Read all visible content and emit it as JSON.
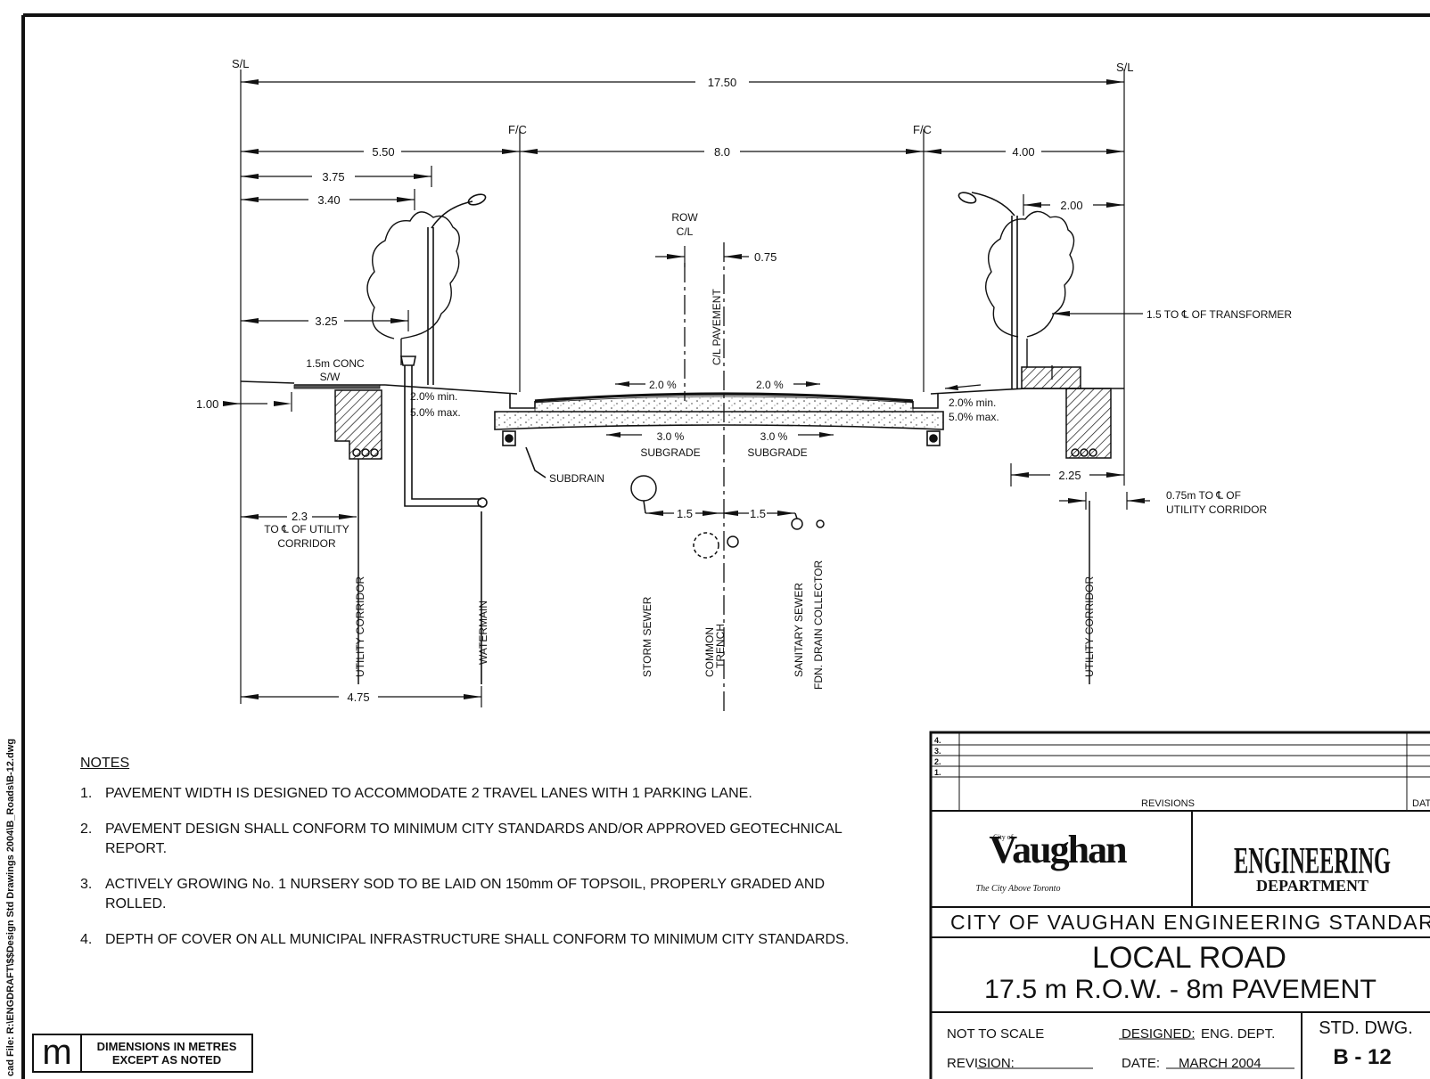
{
  "side_note": "cad File: R:\\ENGDRAFT\\$$Design Std Drawings 2004\\B_Roads\\B-12.dwg",
  "dimensions": {
    "row_total": "17.50",
    "left_boulevard": "5.50",
    "pavement": "8.0",
    "right_boulevard": "4.00",
    "d_3_75": "3.75",
    "d_3_40": "3.40",
    "d_3_25": "3.25",
    "d_2_00": "2.00",
    "d_0_75": "0.75",
    "d_1_00": "1.00",
    "d_2_25": "2.25",
    "d_2_3": "2.3",
    "d_4_75": "4.75",
    "d_1_5_left": "1.5",
    "d_1_5_right": "1.5"
  },
  "labels": {
    "sl_left": "S/L",
    "sl_right": "S/L",
    "fc_left": "F/C",
    "fc_right": "F/C",
    "row_cl_1": "ROW",
    "row_cl_2": "C/L",
    "cl_pavement": "C/L PAVEMENT",
    "transformer": "1.5 TO ℄ OF TRANSFORMER",
    "sidewalk_1": "1.5m CONC",
    "sidewalk_2": "S/W",
    "slope_left_1": "2.0% min.",
    "slope_left_2": "5.0% max.",
    "slope_right_1": "2.0% min.",
    "slope_right_2": "5.0% max.",
    "cross_slope_left": "2.0 %",
    "cross_slope_right": "2.0 %",
    "subgrade_slope_left": "3.0 %",
    "subgrade_slope_right": "3.0 %",
    "subgrade_left": "SUBGRADE",
    "subgrade_right": "SUBGRADE",
    "subdrain": "SUBDRAIN",
    "utility_left_1": "TO ℄ OF UTILITY",
    "utility_left_2": "CORRIDOR",
    "utility_right_1": "0.75m TO ℄ OF",
    "utility_right_2": "UTILITY CORRIDOR",
    "utility_corridor_left": "UTILITY CORRIDOR",
    "watermain": "WATERMAIN",
    "storm_sewer": "STORM SEWER",
    "common_1": "COMMON",
    "common_2": "TRENCH",
    "sanitary": "SANITARY SEWER",
    "fdn_drain": "FDN. DRAIN COLLECTOR",
    "utility_corridor_right": "UTILITY CORRIDOR"
  },
  "notes": {
    "heading": "NOTES",
    "items": [
      {
        "num": "1.",
        "text": "PAVEMENT WIDTH IS DESIGNED TO ACCOMMODATE 2 TRAVEL LANES WITH 1 PARKING LANE."
      },
      {
        "num": "2.",
        "text": "PAVEMENT DESIGN SHALL CONFORM TO MINIMUM CITY STANDARDS AND/OR APPROVED GEOTECHNICAL REPORT."
      },
      {
        "num": "3.",
        "text": "ACTIVELY GROWING No. 1 NURSERY SOD TO BE LAID ON 150mm OF TOPSOIL, PROPERLY GRADED AND ROLLED."
      },
      {
        "num": "4.",
        "text": "DEPTH OF COVER ON ALL MUNICIPAL INFRASTRUCTURE SHALL CONFORM TO MINIMUM CITY STANDARDS."
      }
    ]
  },
  "metric_box": {
    "symbol": "m",
    "line1": "DIMENSIONS IN METRES",
    "line2": "EXCEPT AS NOTED"
  },
  "title_block": {
    "rev_rows": [
      "4.",
      "3.",
      "2.",
      "1."
    ],
    "revisions_label": "REVISIONS",
    "date_col": "DAT",
    "logo_name": "Vaughan",
    "logo_small": "City of",
    "logo_tagline": "The City Above Toronto",
    "dept_line1": "ENGINEERING",
    "dept_line2": "DEPARTMENT",
    "standards": "CITY OF VAUGHAN ENGINEERING STANDAR",
    "title1": "LOCAL ROAD",
    "title2": "17.5 m R.O.W. - 8m PAVEMENT",
    "scale": "NOT TO SCALE",
    "designed_label": "DESIGNED:",
    "designed_value": "ENG. DEPT.",
    "revision_label": "REVISION:",
    "date_label": "DATE:",
    "date_value": "MARCH 2004",
    "std_dwg": "STD. DWG.",
    "dwg_no": "B - 12"
  }
}
